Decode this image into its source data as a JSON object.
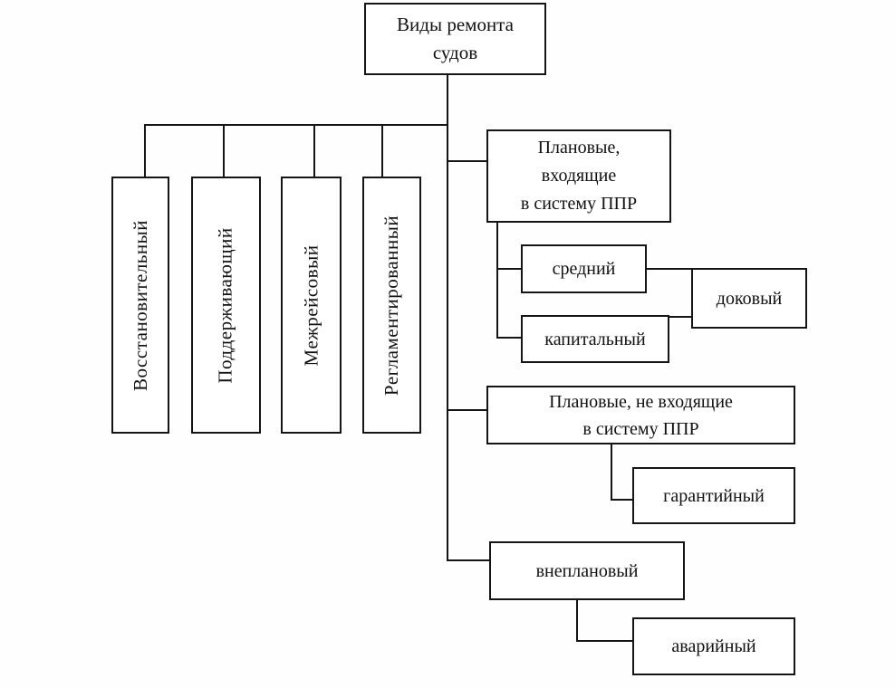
{
  "page": {
    "background": "#ffffff",
    "ink": "#151515",
    "description_type": "flowchart"
  },
  "diagram": {
    "root": {
      "label": "Виды ремонта\nсудов"
    },
    "left": [
      {
        "label": "Восстановительный"
      },
      {
        "label": "Поддерживающий"
      },
      {
        "label": "Межрейсовый"
      },
      {
        "label": "Регламентированный"
      }
    ],
    "right": {
      "planned_ppr": {
        "label": "Плановые,\nвходящие\nв систему ППР"
      },
      "sredniy": {
        "label": "средний"
      },
      "kapitalny": {
        "label": "капитальный"
      },
      "dokovy": {
        "label": "доковый"
      },
      "planned_non_ppr": {
        "label": "Плановые, не входящие\nв систему ППР"
      },
      "garantiyny": {
        "label": "гарантийный"
      },
      "vneplanovy": {
        "label": "внеплановый"
      },
      "avariyny": {
        "label": "аварийный"
      }
    }
  }
}
